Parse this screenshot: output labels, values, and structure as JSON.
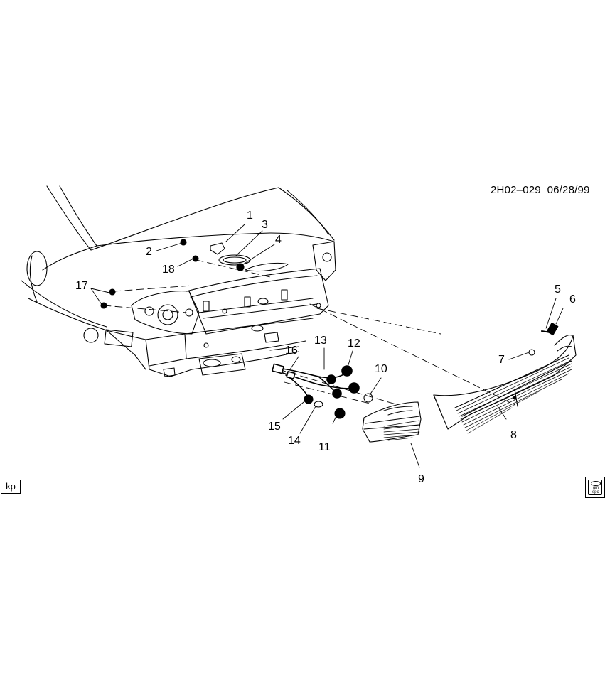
{
  "diagram_code": "2H02–029",
  "diagram_date": "06/28/99",
  "corner_tag": "kp",
  "logo": {
    "line1": "gm",
    "line2": "spo"
  },
  "callouts": {
    "c1": "1",
    "c2": "2",
    "c3": "3",
    "c4": "4",
    "c5": "5",
    "c6": "6",
    "c7": "7",
    "c8": "8",
    "c9": "9",
    "c10": "10",
    "c11": "11",
    "c12": "12",
    "c13": "13",
    "c14": "14",
    "c15": "15",
    "c16": "16",
    "c17": "17",
    "c18": "18"
  }
}
